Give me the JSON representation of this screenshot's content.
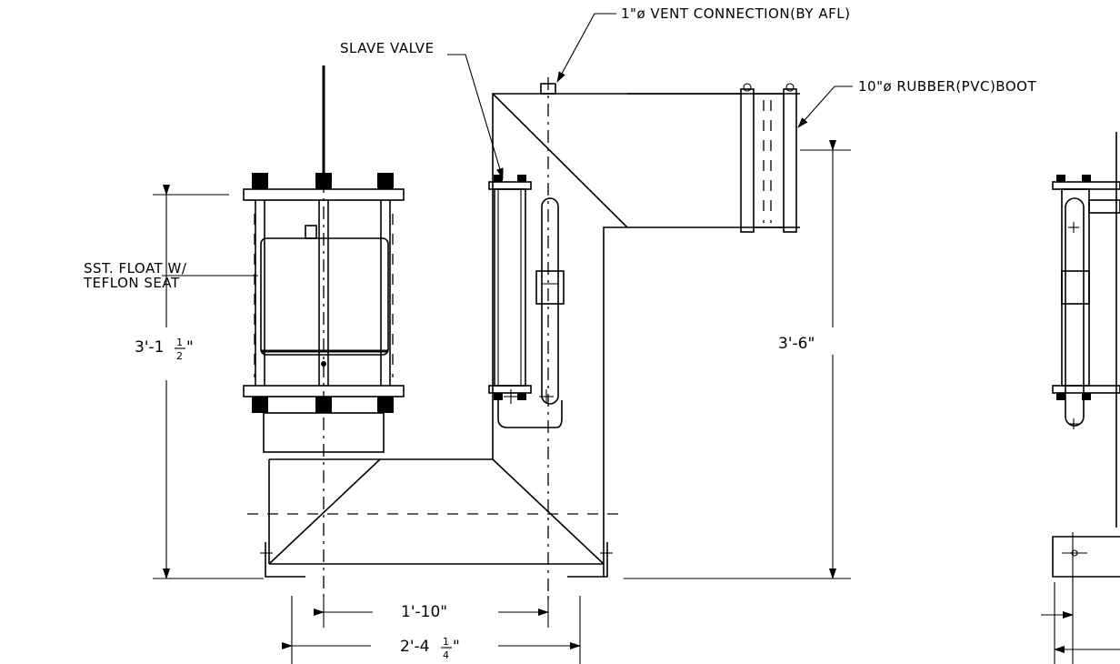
{
  "labels": {
    "vent": "1\"ø VENT CONNECTION(BY AFL)",
    "slave_valve": "SLAVE VALVE",
    "boot": "10\"ø RUBBER(PVC)BOOT",
    "float_line1": "SST. FLOAT W/",
    "float_line2": "TEFLON SEAT"
  },
  "dimensions": {
    "height_left_main": "3'-1",
    "height_left_frac_num": "1",
    "height_left_frac_den": "2",
    "height_left_suffix": "\"",
    "height_right": "3'-6\"",
    "width_inner": "1'-10\"",
    "width_outer_main": "2'-4",
    "width_outer_frac_num": "1",
    "width_outer_frac_den": "4",
    "width_outer_suffix": "\""
  }
}
